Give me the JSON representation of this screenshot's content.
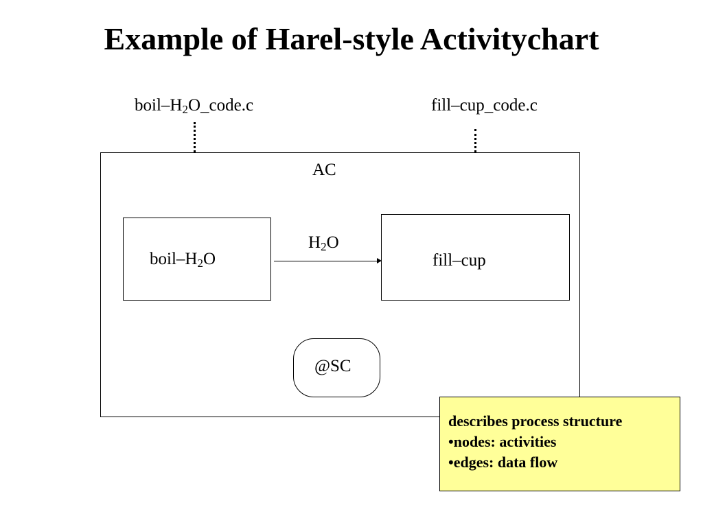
{
  "title": "Example of Harel-style Activitychart",
  "diagram": {
    "container_label": "AC",
    "file_left": {
      "pre": "boil–H",
      "sub": "2",
      "post": "O_code.c"
    },
    "file_right": "fill–cup_code.c",
    "activity_boil": {
      "pre": "boil–H",
      "sub": "2",
      "post": "O"
    },
    "activity_fill": "fill–cup",
    "flow_label": {
      "pre": "H",
      "sub": "2",
      "post": "O"
    },
    "statechart_ref": "@SC"
  },
  "note": {
    "line1": "describes process structure",
    "line2": "•nodes: activities",
    "line3": "•edges: data flow"
  }
}
